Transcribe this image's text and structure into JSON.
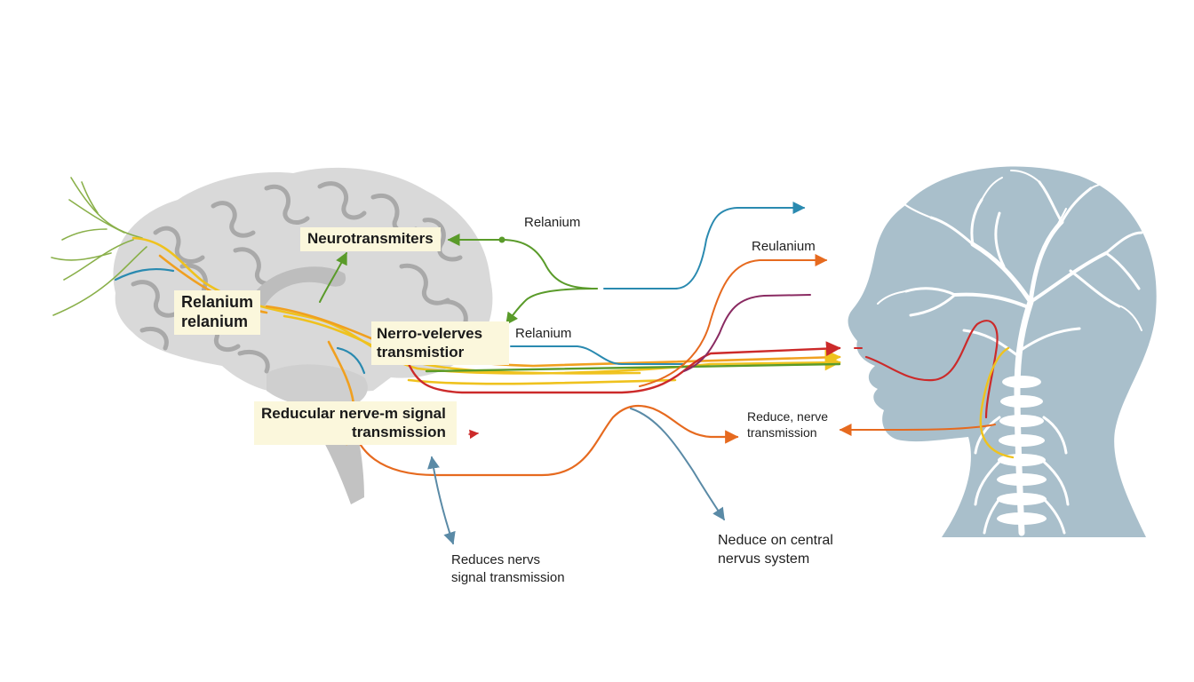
{
  "labels": {
    "neurotransmitters_box": "Neurotransmiters",
    "relanium_box_line1": "Relanium",
    "relanium_box_line2": "relanium",
    "nerro_box_line1": "Nerro-velerves",
    "nerro_box_line2": "transmistior",
    "reducular_box_line1": "Reducular nerve-m signal",
    "reducular_box_line2": "transmission",
    "relanium_top": "Relanium",
    "reulanium": "Reulanium",
    "relanium_mid": "Relanium",
    "reduce_nerve_line1": "Reduce, nerve",
    "reduce_nerve_line2": "transmission",
    "neduce_line1": "Neduce on central",
    "neduce_line2": "nervus system",
    "reduces_line1": "Reduces nervs",
    "reduces_line2": "signal transmission"
  },
  "colors": {
    "brain_fill": "#d9d9d9",
    "brain_folds": "#a9a9a9",
    "head_fill": "#a9bfcb",
    "nerve_tree": "#ffffff",
    "label_box_bg": "#fbf7dc",
    "green": "#5a9b2a",
    "teal": "#2a8ab0",
    "orange": "#e66a1f",
    "red": "#cc2a2a",
    "yellow": "#efc21e",
    "amber": "#f0a020",
    "purple": "#8a2b62",
    "steel_blue": "#5a8aa6"
  }
}
